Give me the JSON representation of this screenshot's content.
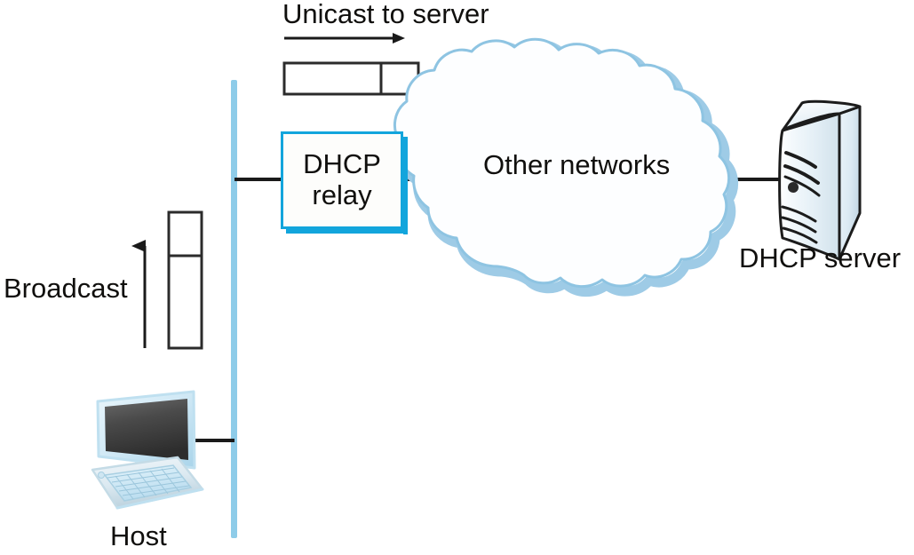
{
  "diagram": {
    "title": "DHCP relay agent forwarding between host and DHCP server",
    "colors": {
      "bus_blue": "#8ecce9",
      "relay_border": "#12a5dc",
      "cloud_outline": "#8ec4e2",
      "cloud_shadow": "#9ecbe6",
      "line_black": "#1a1a1a",
      "text": "#100f0d",
      "screen_dark": "#3a3a3a",
      "device_light": "#dff0f8"
    },
    "labels": {
      "unicast": "Unicast to server",
      "broadcast": "Broadcast",
      "other_networks": "Other networks",
      "dhcp_server": "DHCP server",
      "host": "Host"
    },
    "relay": {
      "line1": "DHCP",
      "line2": "relay"
    },
    "icons": {
      "host": "desktop-computer-icon",
      "server": "server-tower-icon",
      "cloud": "network-cloud-icon",
      "arrow_right": "arrow-right-icon",
      "arrow_up": "arrow-up-icon",
      "packet_horizontal": "packet-frame-icon",
      "packet_vertical": "packet-frame-icon",
      "bus": "network-bus-line"
    }
  }
}
